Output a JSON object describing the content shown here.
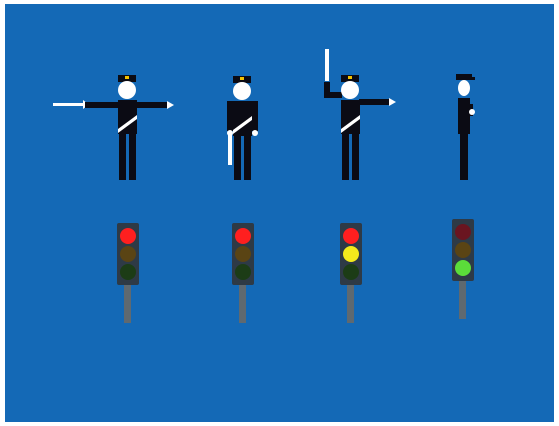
{
  "colors": {
    "background": "#1469b6",
    "officer": "#0b0b14",
    "skin": "#ffffff",
    "baton": "#ffffff",
    "badge": "#f2c200",
    "housing": "#2e3a46",
    "pole": "#5f6970",
    "red_on": "#ff1f1f",
    "red_off": "#6a1520",
    "amber_on": "#f3ea1c",
    "amber_off": "#5a4414",
    "green_on": "#5bdc3a",
    "green_off": "#1c3c16"
  },
  "signals": [
    {
      "name": "stop-both-sides",
      "officer_pose": "arms-extended-sideways",
      "lights": {
        "red": true,
        "amber": false,
        "green": false
      }
    },
    {
      "name": "stop-all-directions",
      "officer_pose": "arms-down-baton-lowered",
      "lights": {
        "red": true,
        "amber": false,
        "green": false
      }
    },
    {
      "name": "prepare",
      "officer_pose": "baton-raised-arm-extended",
      "lights": {
        "red": true,
        "amber": true,
        "green": false
      }
    },
    {
      "name": "go",
      "officer_pose": "side-profile",
      "lights": {
        "red": false,
        "amber": false,
        "green": true
      }
    }
  ]
}
